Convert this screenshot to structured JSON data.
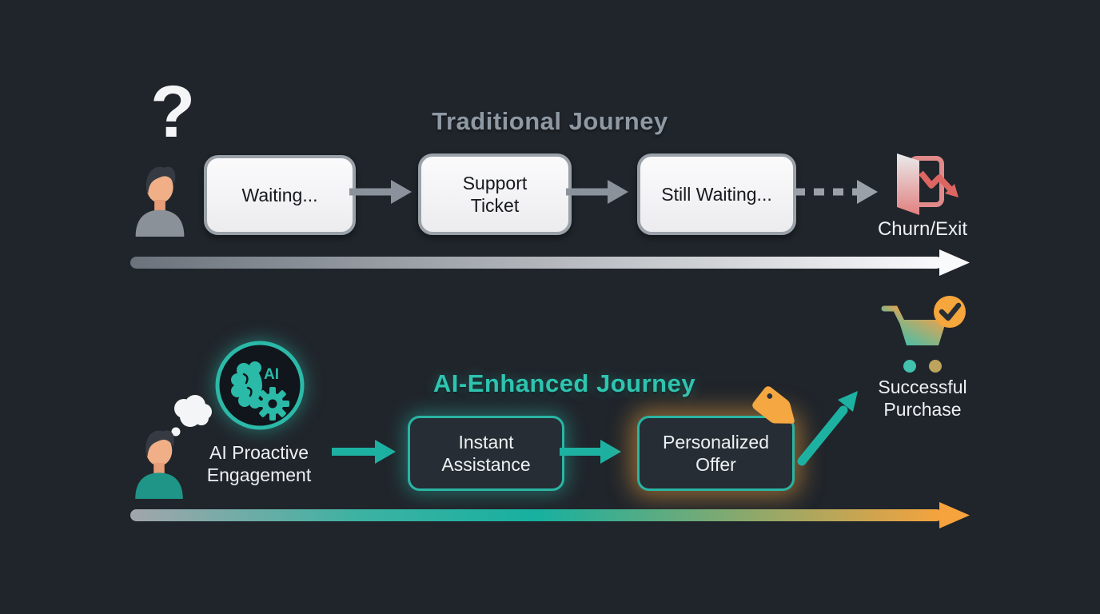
{
  "traditional": {
    "title": "Traditional Journey",
    "steps": [
      {
        "label": "Waiting..."
      },
      {
        "label": "Support\nTicket"
      },
      {
        "label": "Still Waiting..."
      }
    ],
    "outcome_label": "Churn/Exit"
  },
  "ai_enhanced": {
    "title": "AI-Enhanced Journey",
    "ai_badge": "AI",
    "engagement_label": "AI Proactive\nEngagement",
    "steps": [
      {
        "label": "Instant\nAssistance"
      },
      {
        "label": "Personalized\nOffer"
      }
    ],
    "outcome_label": "Successful\nPurchase"
  },
  "icons": {
    "question_mark_glyph": "?"
  },
  "colors": {
    "background": "#20252b",
    "teal_accent": "#2bb9a8",
    "orange_accent": "#f5a63c",
    "churn_red": "#dd6663",
    "gray_title": "#8f99a3",
    "box_white": "#f3f3f5",
    "box_dark": "#272d34"
  }
}
